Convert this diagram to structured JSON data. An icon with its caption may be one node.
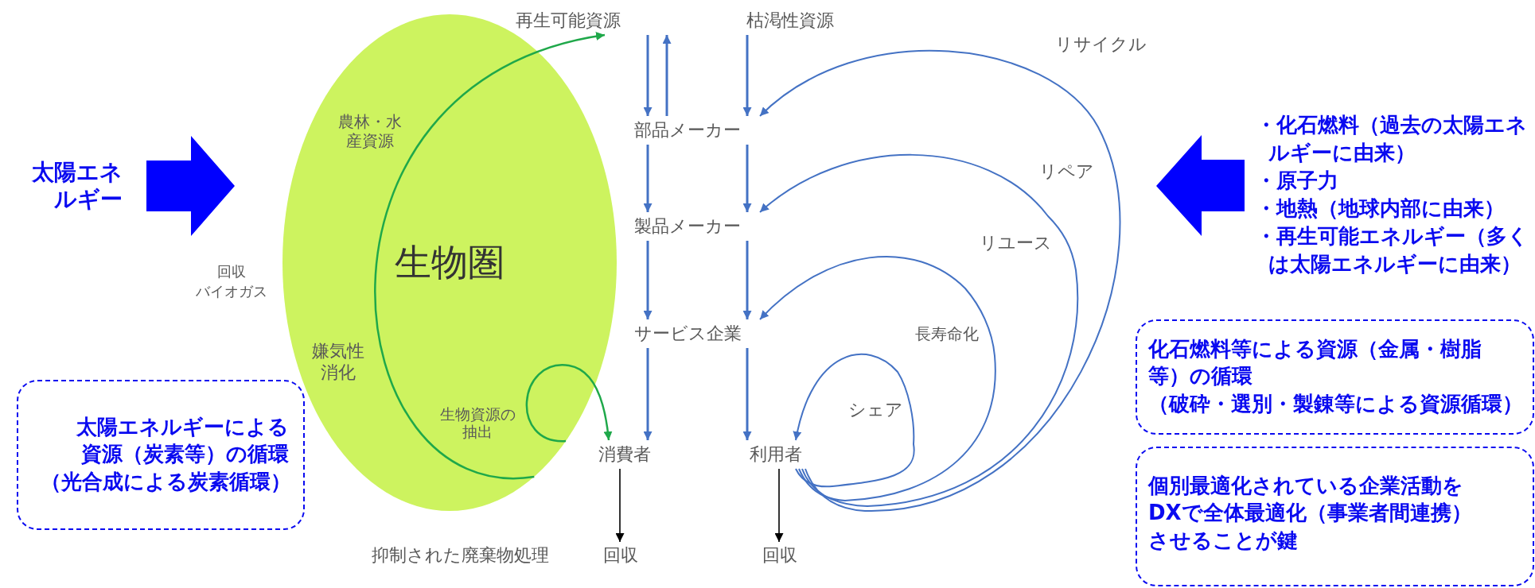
{
  "diagram": {
    "nodes": [
      {
        "text": [
          "生物圏"
        ]
      },
      {
        "text": [
          "再生可能資源"
        ]
      },
      {
        "text": [
          "枯渇性資源"
        ]
      },
      {
        "text": [
          "部品メーカー"
        ]
      },
      {
        "text": [
          "製品メーカー"
        ]
      },
      {
        "text": [
          "サービス企業"
        ]
      },
      {
        "text": [
          "消費者"
        ]
      },
      {
        "text": [
          "利用者"
        ]
      },
      {
        "text": [
          "回収"
        ]
      },
      {
        "text": [
          "回収"
        ]
      },
      {
        "text": [
          "太陽エネルギーによる資源（炭素等）の循環",
          "（光合成による炭素循環）"
        ]
      },
      {
        "text": [
          "化石燃料等による資源（金属・樹脂等）の循環",
          "（破砕・選別・製錬等による資源循環）"
        ]
      },
      {
        "text": [
          "個別最適化されている企業活動をDXで全体最適化（事業者間連携）させることが鍵"
        ]
      }
    ],
    "edges": [
      {
        "from": 1,
        "to": 3,
        "arrow": "to"
      },
      {
        "from": 3,
        "to": 1,
        "arrow": "to"
      },
      {
        "from": 2,
        "to": 3,
        "arrow": "to"
      },
      {
        "from": 3,
        "to": 4,
        "arrow": "to"
      },
      {
        "from": 3,
        "to": 4,
        "arrow": "to"
      },
      {
        "from": 4,
        "to": 5,
        "arrow": "to"
      },
      {
        "from": 4,
        "to": 5,
        "arrow": "to"
      },
      {
        "from": 5,
        "to": 6,
        "arrow": "to"
      },
      {
        "from": 5,
        "to": 7,
        "arrow": "to"
      },
      {
        "from": 6,
        "to": 8,
        "arrow": "to",
        "color": "#000000"
      },
      {
        "from": 7,
        "to": 9,
        "arrow": "to",
        "color": "#000000"
      },
      {
        "from": 0,
        "to": 1,
        "arrow": "to",
        "color": "#1fa84a"
      },
      {
        "from": 0,
        "to": 6,
        "arrow": "to",
        "color": "#1fa84a"
      },
      {
        "from": 7,
        "to": 3,
        "arrow": "to"
      },
      {
        "from": 7,
        "to": 4,
        "arrow": "to"
      },
      {
        "from": 7,
        "to": 5,
        "arrow": "to"
      },
      {
        "from": 7,
        "to": 7,
        "arrow": "to"
      }
    ],
    "labels": [
      "リサイクル",
      "農林・水産資源",
      "太陽エネルギー",
      "リペア",
      "・化石燃料（過去の太陽エネルギーに由来）",
      "・原子力",
      "・地熱（地球内部に由来）",
      "・再生可能エネルギー（多くは太陽エネルギーに由来）",
      "回収",
      "バイオガス",
      "リユース",
      "長寿命化",
      "嫌気性消化",
      "シェア",
      "生物資源の抽出",
      "抑制された廃棄物処理"
    ]
  }
}
